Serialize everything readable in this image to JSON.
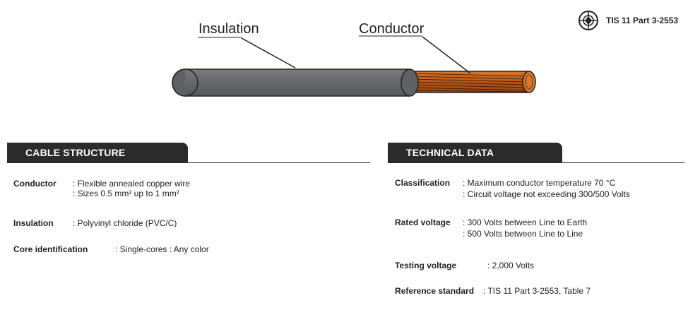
{
  "diagram": {
    "insulation_label": "Insulation",
    "conductor_label": "Conductor"
  },
  "standard_mark": {
    "icon": "tis-certification-mark-icon",
    "text": "TIS 11 Part 3-2553"
  },
  "cable_structure": {
    "title": "CABLE STRUCTURE",
    "rows": [
      {
        "label": "Conductor",
        "values": [
          ": Flexible annealed copper wire",
          ": Sizes 0.5 mm² up to 1 mm²"
        ]
      },
      {
        "label": "Insulation",
        "values": [
          ": Polyvinyl chloride (PVC/C)"
        ]
      },
      {
        "label": "Core identification",
        "values": [
          ": Single-cores : Any color"
        ]
      }
    ]
  },
  "technical_data": {
    "title": "TECHNICAL DATA",
    "rows": [
      {
        "label": "Classification",
        "values": [
          ": Maximum conductor temperature 70 °C",
          ": Circuit voltage not exceeding 300/500 Volts"
        ]
      },
      {
        "label": "Rated voltage",
        "values": [
          ": 300 Volts between Line to Earth",
          ": 500 Volts between Line to Line"
        ]
      },
      {
        "label": "Testing voltage",
        "values": [
          ": 2,000 Volts"
        ]
      },
      {
        "label": "Reference standard",
        "values": [
          ": TIS 11 Part 3-2553, Table 7"
        ]
      }
    ]
  },
  "colors": {
    "insulation": "#6b6d70",
    "copper": "#c8661e",
    "tab": "#2b2b2b"
  }
}
